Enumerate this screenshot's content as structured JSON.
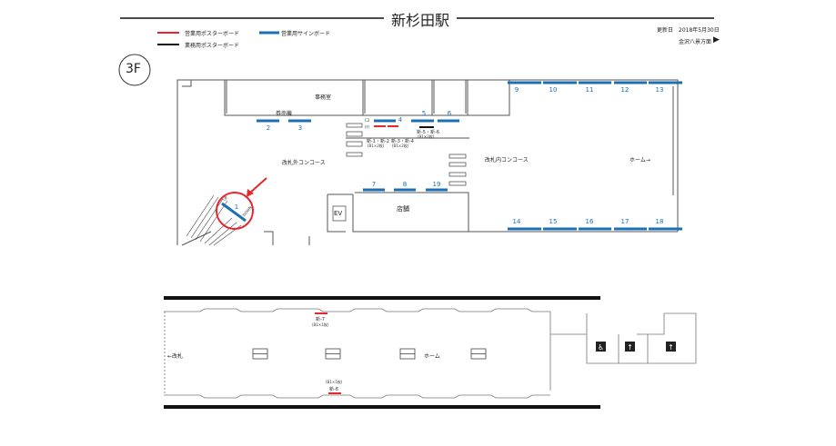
{
  "header": {
    "title": "新杉田駅",
    "updated_label": "更新日",
    "updated_date": "2018年5月30日",
    "direction": "金沢八景方面",
    "direction_icon": "triangle-right-icon"
  },
  "legend": [
    {
      "label": "営業用ポスターボード",
      "color": "#e8262b"
    },
    {
      "label": "営業用サインボード",
      "color": "#1a6fb5"
    },
    {
      "label": "業務用ポスターボード",
      "color": "#111111"
    }
  ],
  "floor": {
    "label": "3F"
  },
  "plan3f": {
    "rooms": {
      "office": "事務室",
      "ticket": "券売機",
      "outside": "改札外コンコース",
      "inside": "改札内コンコース",
      "home": "ホーム→",
      "shop": "店舗",
      "ev": "EV"
    },
    "boards": [
      "1",
      "2",
      "3",
      "4",
      "5",
      "6",
      "7",
      "8",
      "19",
      "9",
      "10",
      "11",
      "12",
      "13",
      "14",
      "15",
      "16",
      "17",
      "18"
    ],
    "small": {
      "b4tag": "C2",
      "red_tag": "(ｾ)",
      "pair12": "新-1・新-2",
      "pair12_size": "(B1×2枚)",
      "pair34": "新-3・新-4",
      "pair34_size": "(B1×2枚)",
      "pair56": "新-5・新-6",
      "pair56_size": "(B1×2枚)",
      "up": "UP",
      "down": "DOWN"
    }
  },
  "platform": {
    "gate": "←改札",
    "home": "ホーム",
    "n7": "新-7",
    "n7_size": "(B1×1枚)",
    "n8": "新-8",
    "n8_size": "(B1×1枚)"
  }
}
